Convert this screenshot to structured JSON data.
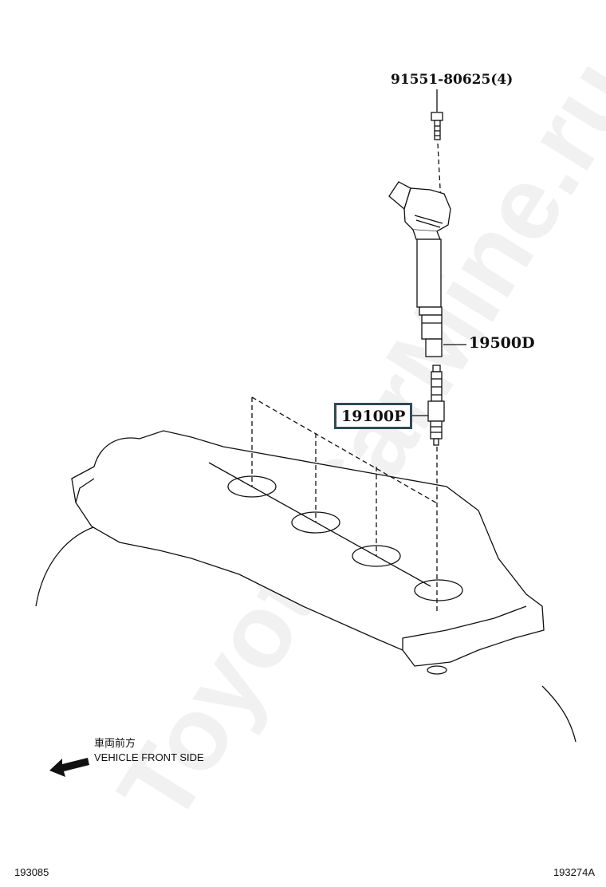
{
  "watermark": "ToyotaCarMine.ru",
  "parts": [
    {
      "number": "91551-80625(4)",
      "name": "bolt"
    },
    {
      "number": "19500D",
      "name": "ignition-coil"
    },
    {
      "number": "19100P",
      "name": "spark-plug",
      "highlighted": true
    }
  ],
  "direction": {
    "label_jp": "車両前方",
    "label_en": "VEHICLE FRONT SIDE",
    "icon": "arrow-left-icon"
  },
  "footer": {
    "left_code": "193085",
    "right_code": "193274A"
  },
  "colors": {
    "highlight_border": "#2f4a55",
    "line": "#111111"
  }
}
